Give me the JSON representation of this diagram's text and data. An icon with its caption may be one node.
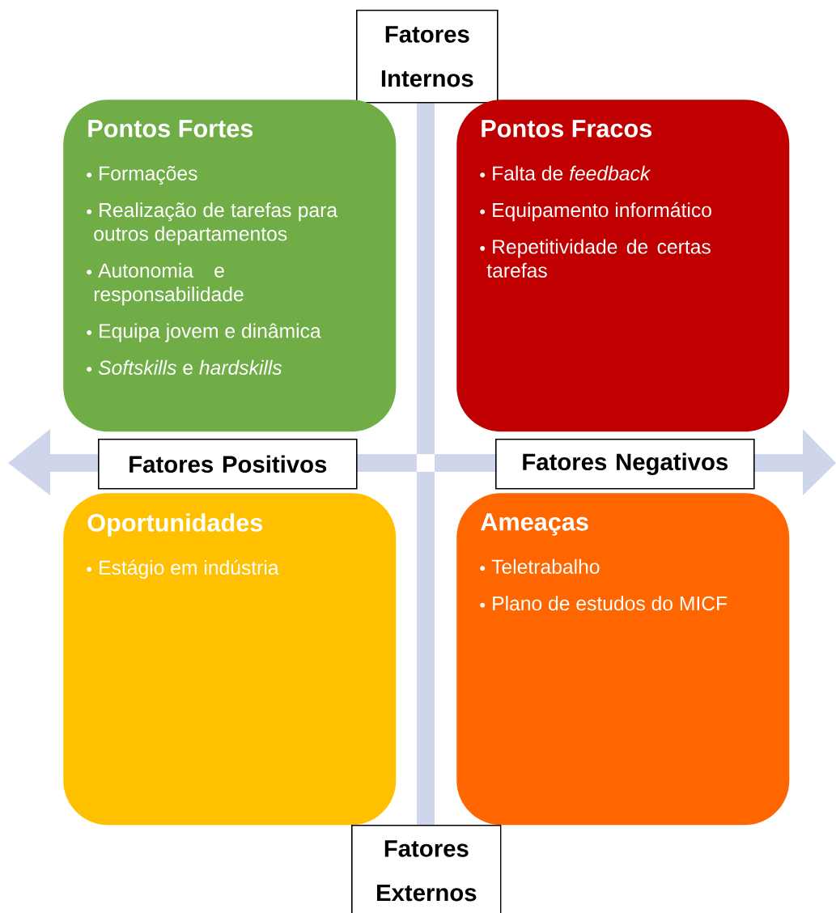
{
  "diagram": {
    "nodes": [
      {
        "text": [
          "Fatores Internos"
        ]
      },
      {
        "text": [
          "Pontos Fortes",
          "Formações",
          "Realização de tarefas para outros departamentos",
          "Autonomia e responsabilidade",
          "Equipa jovem e dinâmica",
          "*Softskills* e *hardskills*"
        ]
      },
      {
        "text": [
          "Pontos Fracos",
          "Falta de *feedback*",
          "Equipamento informático",
          "Repetitividade de certas tarefas"
        ]
      },
      {
        "text": [
          "Fatores Positivos"
        ]
      },
      {
        "text": [
          "Fatores Negativos"
        ]
      },
      {
        "text": [
          "Oportunidades",
          "Estágio em indústria"
        ]
      },
      {
        "text": [
          "Ameaças",
          "Teletrabalho",
          "Plano de estudos do MICF"
        ]
      },
      {
        "text": [
          "Fatores Externos"
        ]
      }
    ]
  }
}
